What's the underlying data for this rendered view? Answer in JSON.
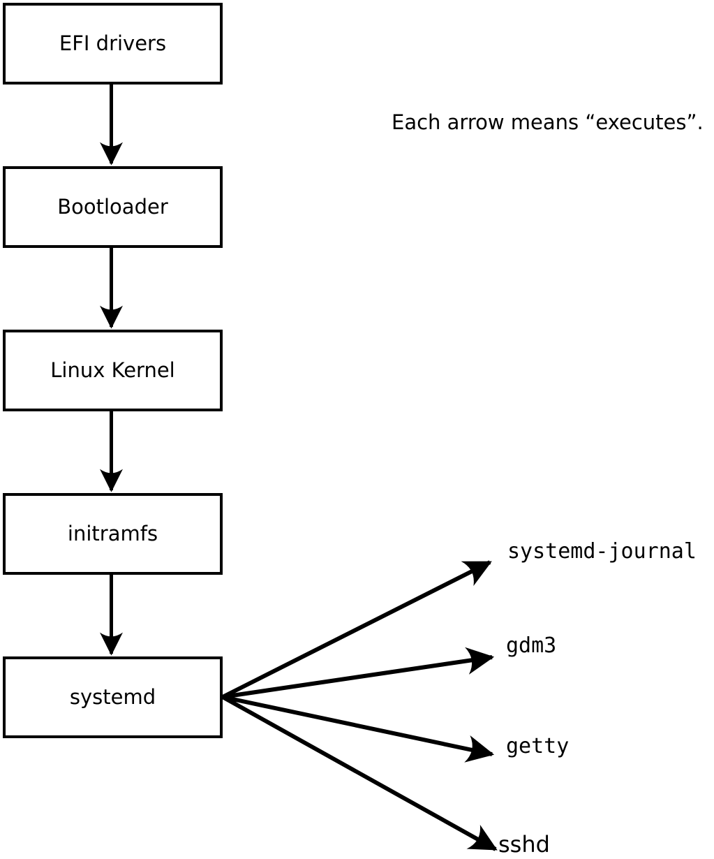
{
  "annotation": {
    "text": "Each arrow means “executes”."
  },
  "flow": {
    "nodes": [
      {
        "id": "efi-drivers",
        "label": "EFI drivers"
      },
      {
        "id": "bootloader",
        "label": "Bootloader"
      },
      {
        "id": "linux-kernel",
        "label": "Linux Kernel"
      },
      {
        "id": "initramfs",
        "label": "initramfs"
      },
      {
        "id": "systemd",
        "label": "systemd"
      }
    ],
    "leaves": [
      {
        "id": "systemd-journal",
        "label": "systemd-journal"
      },
      {
        "id": "gdm3",
        "label": "gdm3"
      },
      {
        "id": "getty",
        "label": "getty"
      },
      {
        "id": "sshd",
        "label": "sshd"
      }
    ]
  },
  "colors": {
    "line": "#000000",
    "text": "#000000",
    "box_fill": "#ffffff",
    "background": "#ffffff"
  }
}
